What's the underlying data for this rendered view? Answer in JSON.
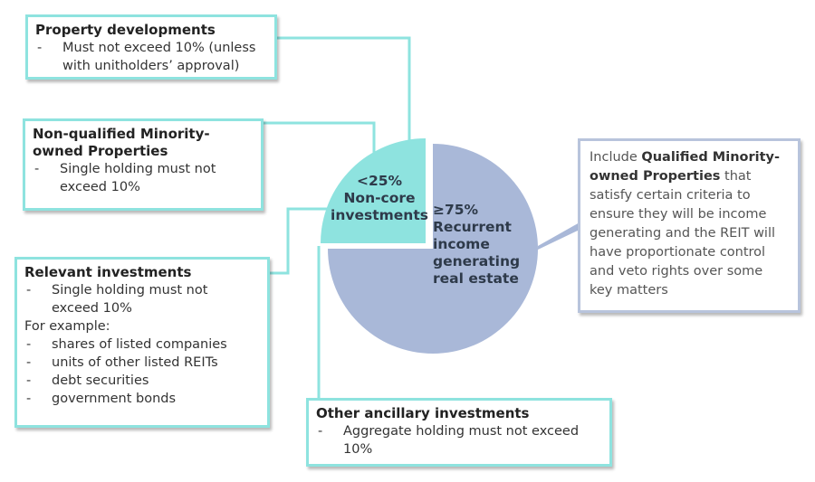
{
  "boxes": {
    "property": {
      "title": "Property developments",
      "items": [
        "Must not exceed 10% (unless with unitholders’ approval)"
      ]
    },
    "nonqualified": {
      "title": "Non-qualified Minority-owned Properties",
      "items": [
        "Single holding must not exceed 10%"
      ]
    },
    "relevant": {
      "title": "Relevant investments",
      "items": [
        "Single holding must not exceed 10%"
      ],
      "example_label": "For example:",
      "examples": [
        "shares of listed companies",
        "units of other listed REITs",
        "debt securities",
        "government bonds"
      ]
    },
    "ancillary": {
      "title": "Other ancillary investments",
      "items": [
        "Aggregate holding must not exceed 10%"
      ]
    }
  },
  "pie": {
    "slices": [
      {
        "label": "≥75% Recurrent income generating real estate",
        "share": 75,
        "color": "#a9b8d8"
      },
      {
        "label": "<25% Non-core investments",
        "share": 25,
        "color": "#8ee3df"
      }
    ],
    "noncore_lines": [
      "<25%",
      "Non-core",
      "investments"
    ],
    "core_lines": [
      "≥75%",
      "Recurrent",
      "income",
      "generating",
      "real estate"
    ]
  },
  "callout": {
    "part1": "Include ",
    "bold1": "Qualified Minority-owned Properties",
    "part2": " that satisfy certain criteria to ensure they will be income generating and the REIT will have proportionate control and veto rights over some key matters"
  },
  "colors": {
    "teal": "#8ee3df",
    "core_slice": "#a9b8d8",
    "callout_border": "#b8c4dc"
  }
}
